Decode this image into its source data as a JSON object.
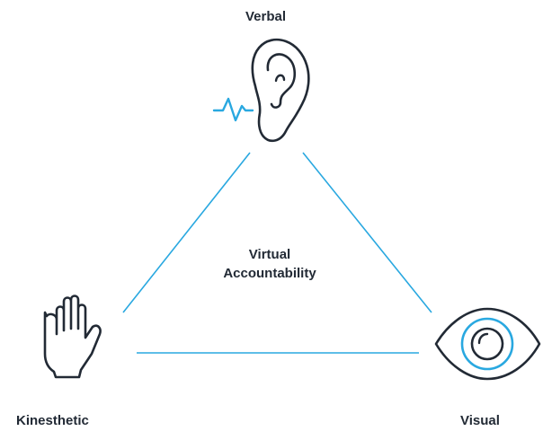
{
  "nodes": {
    "top": {
      "label": "Verbal",
      "icon": "ear-icon"
    },
    "left": {
      "label": "Kinesthetic",
      "icon": "hand-icon"
    },
    "right": {
      "label": "Visual",
      "icon": "eye-icon"
    }
  },
  "center": {
    "line1": "Virtual",
    "line2": "Accountability"
  },
  "colors": {
    "dark": "#222a35",
    "accent": "#29a8e0"
  }
}
